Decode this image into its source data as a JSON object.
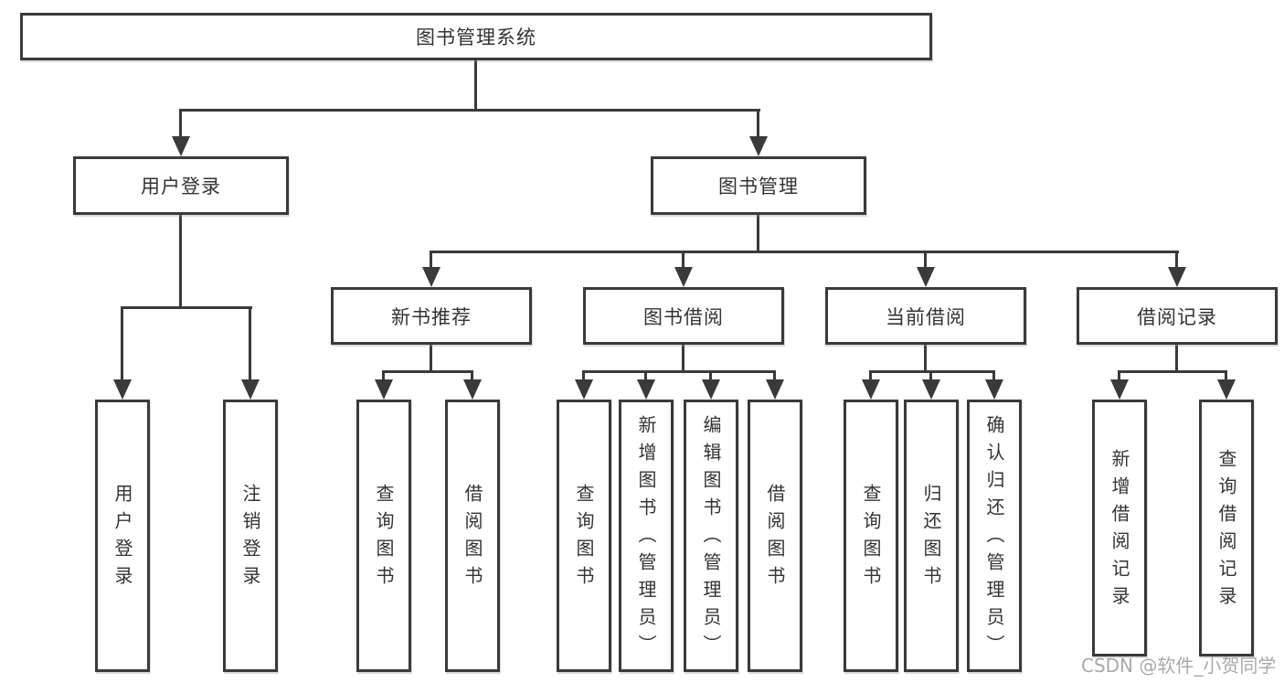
{
  "diagram": {
    "root": {
      "label": "图书管理系统"
    },
    "level2": [
      {
        "label": "用户登录"
      },
      {
        "label": "图书管理"
      }
    ],
    "level3": [
      {
        "label": "新书推荐"
      },
      {
        "label": "图书借阅"
      },
      {
        "label": "当前借阅"
      },
      {
        "label": "借阅记录"
      }
    ],
    "leaves": {
      "user_login": [
        {
          "label": "用户登录"
        },
        {
          "label": "注销登录"
        }
      ],
      "new_book": [
        {
          "label": "查询图书"
        },
        {
          "label": "借阅图书"
        }
      ],
      "book_borrow": [
        {
          "label": "查询图书"
        },
        {
          "label": "新增图书（管理员）"
        },
        {
          "label": "编辑图书（管理员）"
        },
        {
          "label": "借阅图书"
        }
      ],
      "current_borrow": [
        {
          "label": "查询图书"
        },
        {
          "label": "归还图书"
        },
        {
          "label": "确认归还（管理员）"
        }
      ],
      "records": [
        {
          "label": "新增借阅记录"
        },
        {
          "label": "查询借阅记录"
        }
      ]
    }
  },
  "colors": {
    "line": "#3a3a3a",
    "text": "#333333",
    "watermark": "#a0a0a0"
  },
  "watermark": {
    "text": "CSDN @软件_小贺同学"
  }
}
